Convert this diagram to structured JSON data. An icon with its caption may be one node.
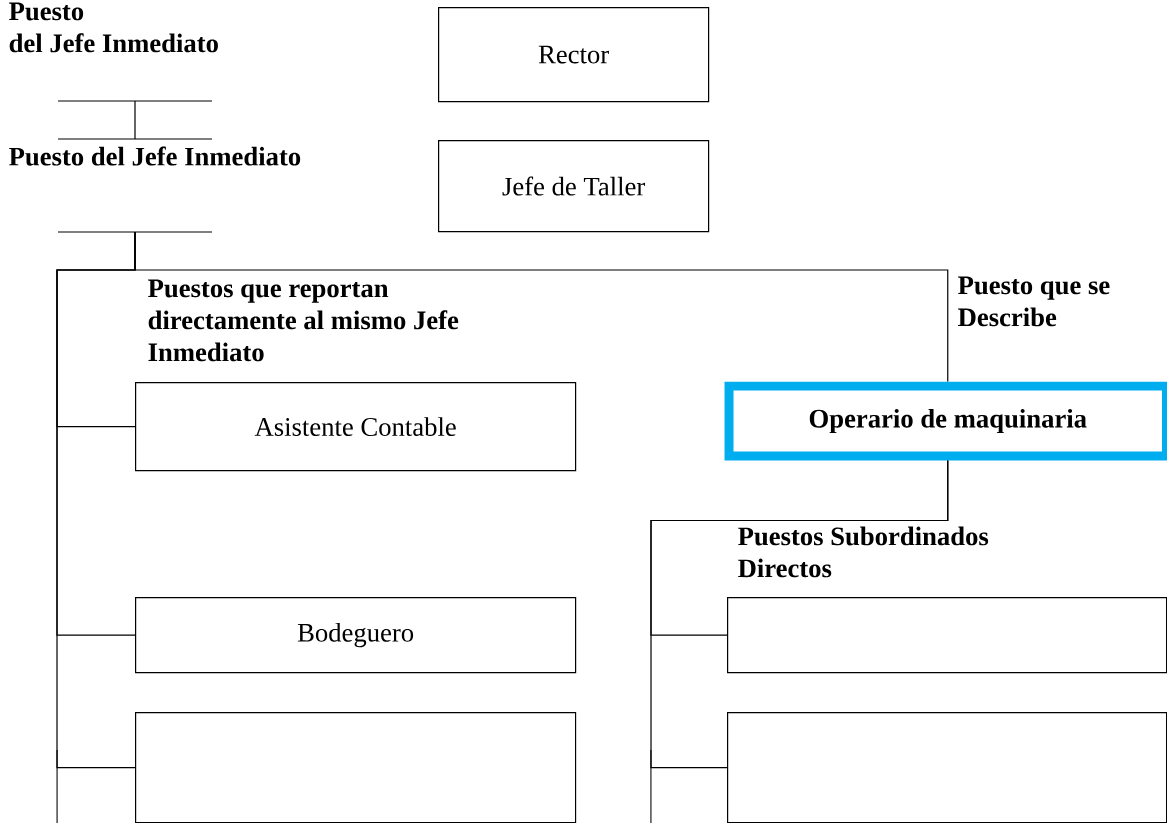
{
  "diagram": {
    "nodes": [
      {
        "text": [
          "Rector"
        ]
      },
      {
        "text": [
          "Jefe de Taller"
        ]
      },
      {
        "text": [
          "Asistente Contable"
        ]
      },
      {
        "text": [
          "Operario de maquinaria"
        ]
      },
      {
        "text": [
          "Bodeguero"
        ]
      },
      {
        "text": [],
        "shape": "box"
      },
      {
        "text": [],
        "shape": "box"
      },
      {
        "text": [],
        "shape": "box"
      }
    ],
    "edges": [
      {
        "from": null,
        "to": 2,
        "arrow": "none"
      },
      {
        "from": null,
        "to": 4,
        "arrow": "none"
      },
      {
        "from": null,
        "to": 6,
        "arrow": "none"
      },
      {
        "from": null,
        "to": 3,
        "arrow": "none"
      },
      {
        "from": 3,
        "to": 5,
        "arrow": "none"
      },
      {
        "from": 3,
        "to": 7,
        "arrow": "none"
      }
    ],
    "labels": [
      "Puesto del Jefe Inmediato",
      "Puesto del Jefe Inmediato",
      "Puestos que reportan directamente al mismo Jefe Inmediato",
      "Puesto que se Describe",
      "Puestos Subordinados Directos"
    ]
  }
}
